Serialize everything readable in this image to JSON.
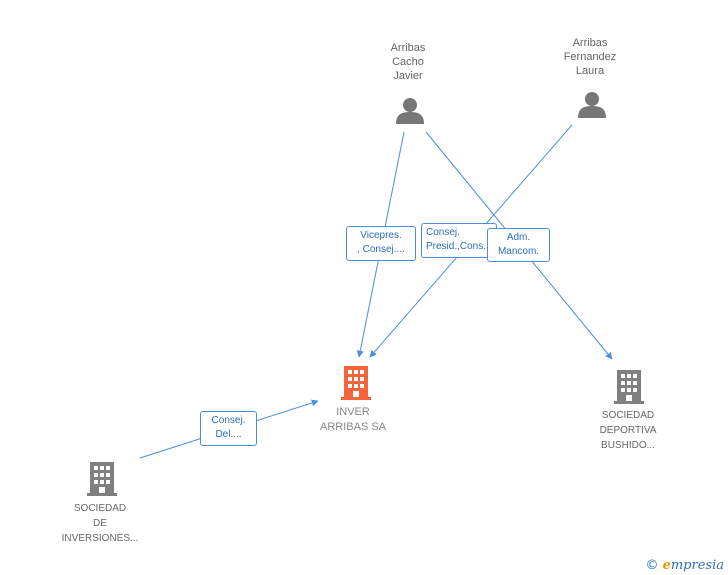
{
  "colors": {
    "edge": "#4a8fd8",
    "person": "#777777",
    "company": "#808080",
    "main": "#f4633a"
  },
  "nodes": {
    "cacho": {
      "label": "Arribas\nCacho\nJavier",
      "icon": "person-icon"
    },
    "fernandez": {
      "label": "Arribas\nFernandez\nLaura",
      "icon": "person-icon"
    },
    "inver": {
      "label": "INVER\nARRIBAS SA",
      "icon": "building-icon"
    },
    "deportiva": {
      "label": "SOCIEDAD\nDEPORTIVA\nBUSHIDO...",
      "icon": "building-icon"
    },
    "inversiones": {
      "label": "SOCIEDAD\nDE\nINVERSIONES...",
      "icon": "building-icon"
    }
  },
  "edges": {
    "cacho_inver": {
      "label": "Vicepres.\n, Consej...."
    },
    "fernandez_inver": {
      "label": "Consej.\nPresid.,Cons..."
    },
    "cacho_deportiva": {
      "label": "Adm.\nMancom."
    },
    "inversiones_inver": {
      "label": "Consej.\nDel...."
    }
  },
  "footer": {
    "copyright": "©",
    "brand_initial": "e",
    "brand_rest": "mpresia"
  }
}
